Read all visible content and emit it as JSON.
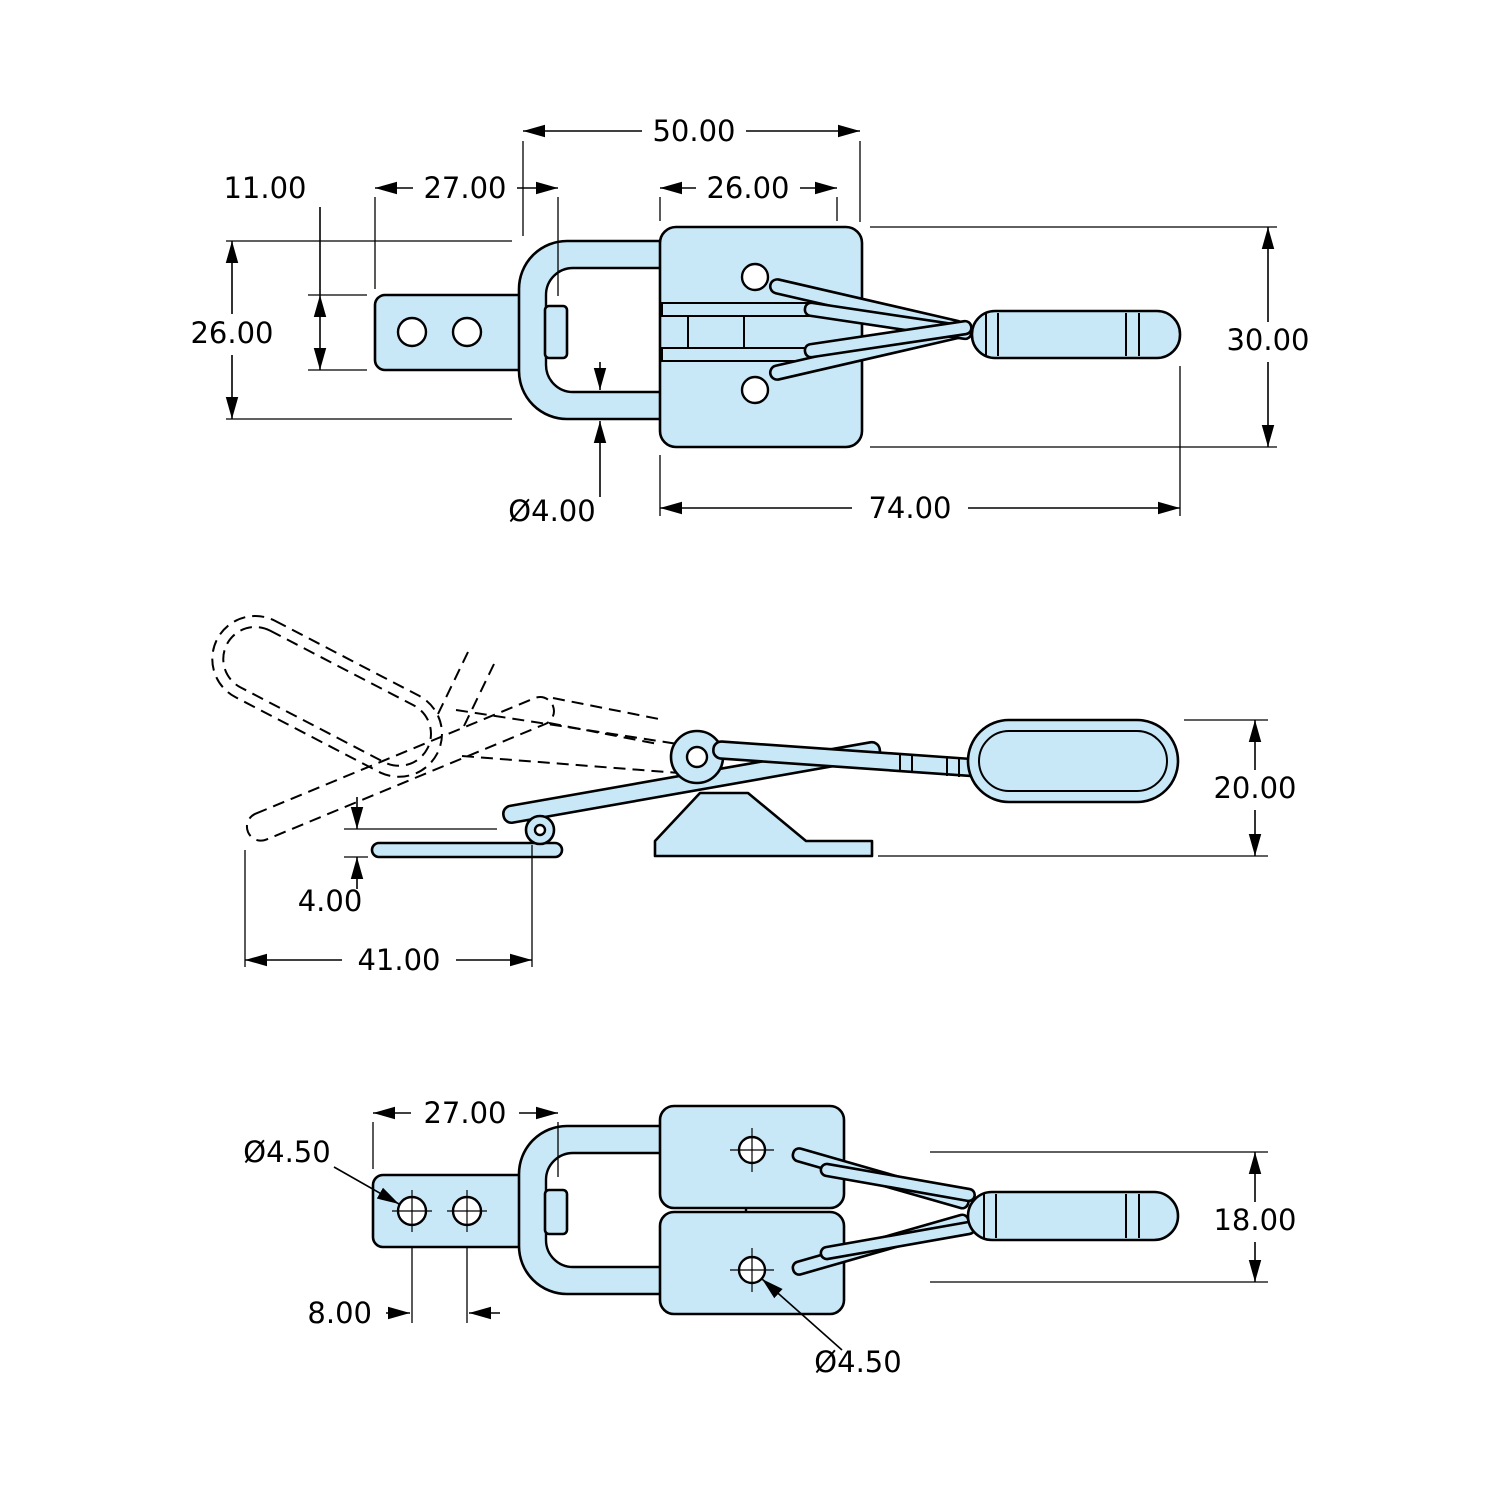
{
  "drawing": {
    "type": "technical-drawing",
    "part_name": "adjustable toggle latch clamp",
    "colors": {
      "part_fill": "#c8e8f8",
      "line_color": "#000000",
      "background": "#ffffff"
    },
    "views": {
      "top": {
        "name": "top-view",
        "dimensions": {
          "overall_width_50": "50.00",
          "plate_width_27": "27.00",
          "body_width_26": "26.00",
          "plate_height_11": "11.00",
          "bail_height_26": "26.00",
          "body_height_30": "30.00",
          "wire_diameter_4": "Ø4.00",
          "length_74": "74.00"
        }
      },
      "side": {
        "name": "side-view",
        "dimensions": {
          "height_20": "20.00",
          "hook_gap_4": "4.00",
          "open_reach_41": "41.00"
        }
      },
      "bottom": {
        "name": "bottom-view",
        "dimensions": {
          "plate_width_27": "27.00",
          "plate_hole_diameter": "Ø4.50",
          "hole_spacing_8": "8.00",
          "height_18": "18.00",
          "body_hole_diameter": "Ø4.50"
        }
      }
    }
  }
}
